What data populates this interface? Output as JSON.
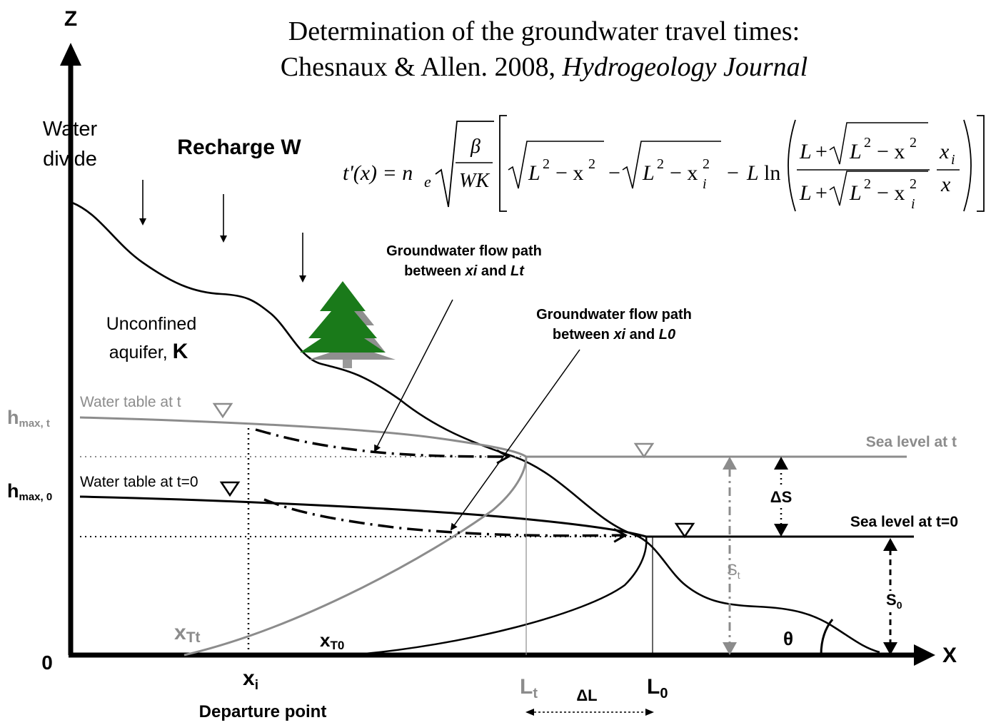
{
  "title": {
    "line1": "Determination of the groundwater travel times:",
    "line2_plain": "Chesnaux & Allen. 2008, ",
    "line2_italic": "Hydrogeology Journal"
  },
  "axes": {
    "z": "Z",
    "x": "X",
    "origin": "0"
  },
  "labels": {
    "water_divide_1": "Water",
    "water_divide_2": "divide",
    "recharge": "Recharge W",
    "aquifer_1": "Unconfined",
    "aquifer_2": "aquifer, ",
    "aquifer_k": "K",
    "water_table_t": "Water table at t",
    "water_table_t0": "Water table at t=0",
    "hmax_t_main": "h",
    "hmax_t_sub": "max, t",
    "hmax_0_main": "h",
    "hmax_0_sub": "max, 0",
    "sea_level_t": "Sea level at t",
    "sea_level_t0": "Sea level at t=0",
    "delta_s": "ΔS",
    "s_t_main": "S",
    "s_t_sub": "t",
    "s_0_main": "S",
    "s_0_sub": "0",
    "theta": "θ",
    "flow_path_lt_1": "Groundwater flow path",
    "flow_path_lt_2a": "between ",
    "flow_path_lt_2b": "xi",
    "flow_path_lt_2c": " and ",
    "flow_path_lt_2d": "Lt",
    "flow_path_l0_1": "Groundwater flow path",
    "flow_path_l0_2a": "between ",
    "flow_path_l0_2b": "xi",
    "flow_path_l0_2c": " and ",
    "flow_path_l0_2d": "L0",
    "x_tt_main": "x",
    "x_tt_sub": "Tt",
    "x_t0_main": "x",
    "x_t0_sub": "T0",
    "xi_main": "x",
    "xi_sub": "i",
    "departure": "Departure point",
    "lt_main": "L",
    "lt_sub": "t",
    "l0_main": "L",
    "l0_sub": "0",
    "delta_l": "ΔL"
  },
  "colors": {
    "black": "#000000",
    "gray": "#8c8c8c",
    "tree": "#1a7a1a"
  },
  "icons": {
    "tree": "conifer-tree-icon",
    "water_level_marker": "inverted-triangle-icon"
  }
}
